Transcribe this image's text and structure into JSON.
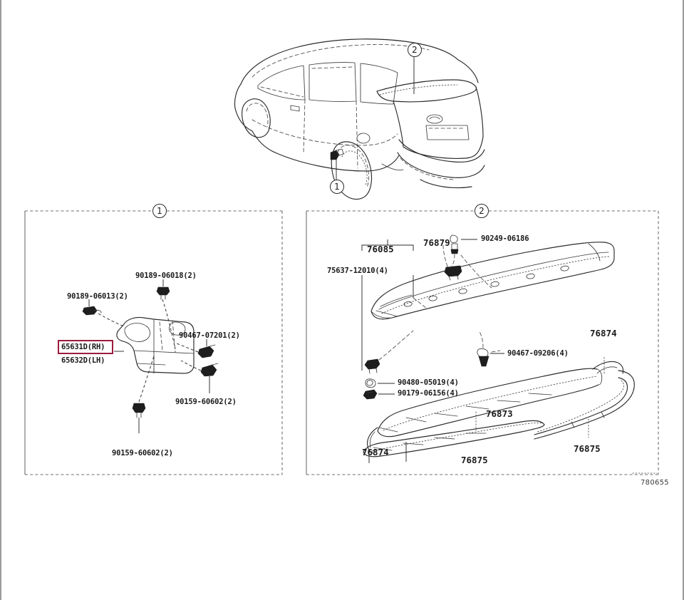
{
  "diagram": {
    "title": "Toyota rear mudguard and rear spoiler parts diagram",
    "sheet_code": "780655",
    "vehicle": {
      "name": "rear three-quarter vehicle illustration",
      "callouts": [
        {
          "id": "1",
          "label": "1",
          "target": "rear wheel arch mudguard"
        },
        {
          "id": "2",
          "label": "2",
          "target": "rear roof spoiler"
        }
      ]
    },
    "panels": [
      {
        "id": "panel-1",
        "callout": "1",
        "name": "mudguard assembly panel",
        "parts": [
          {
            "id": "p1-a",
            "label": "90189-06018(2)",
            "kind": "screw"
          },
          {
            "id": "p1-b",
            "label": "90189-06013(2)",
            "kind": "screw"
          },
          {
            "id": "p1-c",
            "label": "90467-07201(2)",
            "kind": "clip"
          },
          {
            "id": "p1-d",
            "label": "90159-60602(2)",
            "kind": "screw"
          },
          {
            "id": "p1-e",
            "label": "90159-60602(2)",
            "kind": "screw"
          }
        ],
        "highlighted_part": {
          "primary": "65631D(RH)",
          "secondary": "65632D(LH)",
          "highlight_color": "#9b1b3c"
        }
      },
      {
        "id": "panel-2",
        "callout": "2",
        "name": "rear spoiler assembly panel",
        "parts": [
          {
            "id": "p2-a",
            "label": "76085",
            "kind": "spoiler-body"
          },
          {
            "id": "p2-b",
            "label": "75637-12010(4)",
            "kind": "clip"
          },
          {
            "id": "p2-c",
            "label": "76879",
            "kind": "pad"
          },
          {
            "id": "p2-d",
            "label": "90249-06186",
            "kind": "pin"
          },
          {
            "id": "p2-e",
            "label": "90467-09206(4)",
            "kind": "clip"
          },
          {
            "id": "p2-f",
            "label": "90480-05019(4)",
            "kind": "grommet"
          },
          {
            "id": "p2-g",
            "label": "90179-06156(4)",
            "kind": "nut"
          },
          {
            "id": "p2-h",
            "label": "76873",
            "kind": "seal"
          },
          {
            "id": "p2-i",
            "label": "76874",
            "kind": "seal"
          },
          {
            "id": "p2-j",
            "label": "76874",
            "kind": "seal"
          },
          {
            "id": "p2-k",
            "label": "76875",
            "kind": "seal"
          },
          {
            "id": "p2-l",
            "label": "76875",
            "kind": "seal"
          }
        ]
      }
    ]
  }
}
